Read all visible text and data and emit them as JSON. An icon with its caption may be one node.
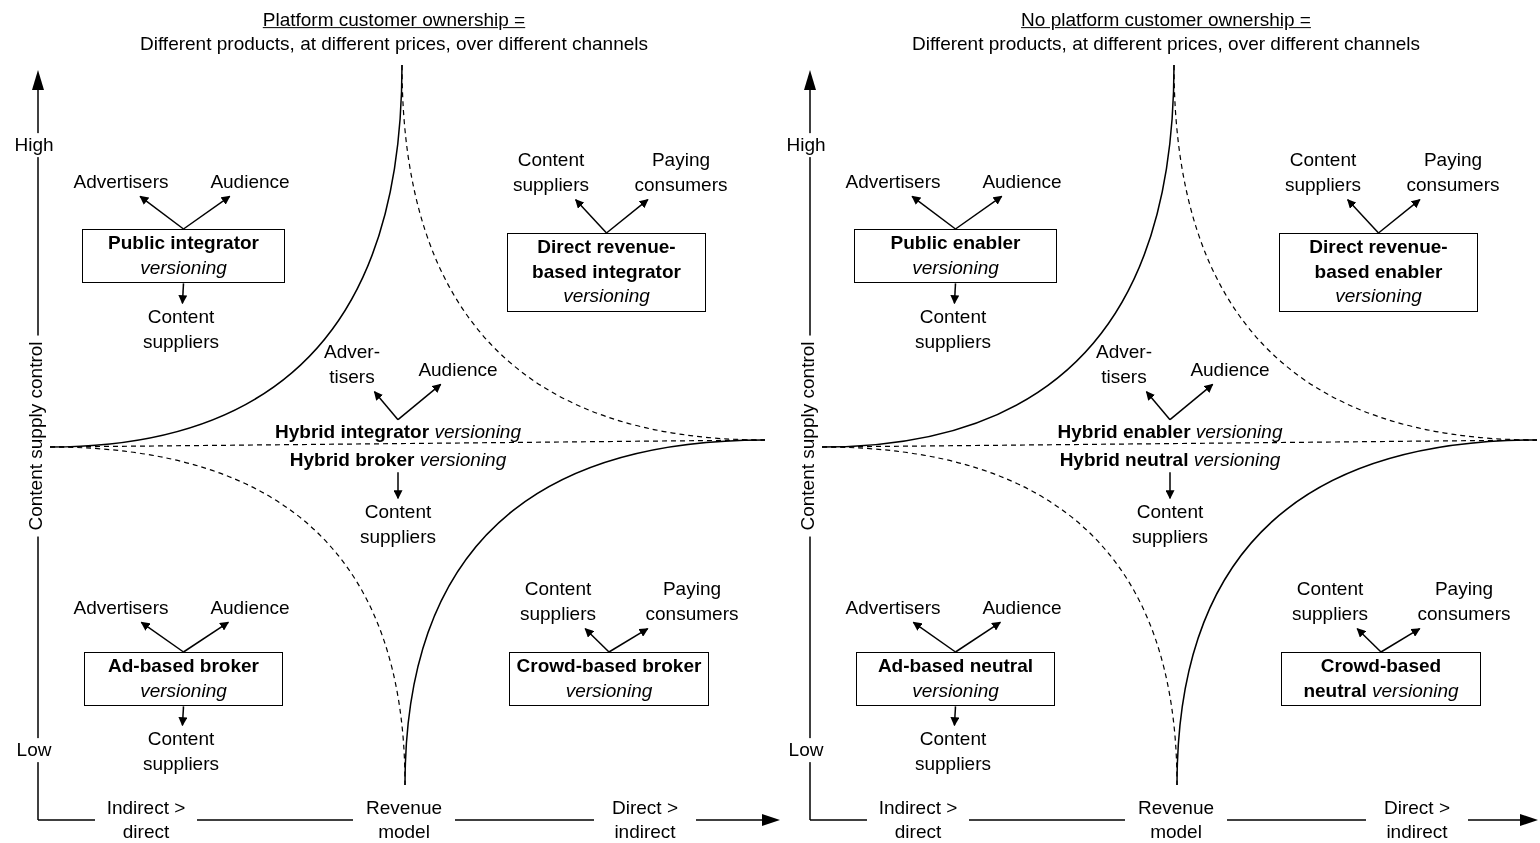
{
  "diagram": {
    "nodes": [
      {
        "text": [
          "Advertisers"
        ]
      },
      {
        "text": [
          "Audience"
        ]
      },
      {
        "text": [
          "Public integrator",
          "versioning"
        ]
      },
      {
        "text": [
          "Content suppliers"
        ]
      },
      {
        "text": [
          "Content suppliers"
        ]
      },
      {
        "text": [
          "Paying consumers"
        ]
      },
      {
        "text": [
          "Direct revenue- based integrator",
          "versioning"
        ]
      },
      {
        "text": [
          "Adver- tisers"
        ]
      },
      {
        "text": [
          "Audience"
        ]
      },
      {
        "text": [
          "**Hybrid integrator** *versioning*"
        ]
      },
      {
        "text": [
          "**Hybrid broker** *versioning*"
        ]
      },
      {
        "text": [
          "Content suppliers"
        ]
      },
      {
        "text": [
          "Advertisers"
        ]
      },
      {
        "text": [
          "Audience"
        ]
      },
      {
        "text": [
          "Ad-based broker",
          "versioning"
        ]
      },
      {
        "text": [
          "Content suppliers"
        ]
      },
      {
        "text": [
          "Content suppliers"
        ]
      },
      {
        "text": [
          "Paying consumers"
        ]
      },
      {
        "text": [
          "**Crowd-based broker** *versioning*"
        ]
      },
      {
        "text": [
          "Advertisers"
        ]
      },
      {
        "text": [
          "Audience"
        ]
      },
      {
        "text": [
          "Public enabler",
          "versioning"
        ]
      },
      {
        "text": [
          "Content suppliers"
        ]
      },
      {
        "text": [
          "Content suppliers"
        ]
      },
      {
        "text": [
          "Paying consumers"
        ]
      },
      {
        "text": [
          "Direct revenue- based enabler",
          "versioning"
        ]
      },
      {
        "text": [
          "Adver- tisers"
        ]
      },
      {
        "text": [
          "Audience"
        ]
      },
      {
        "text": [
          "**Hybrid enabler** *versioning*"
        ]
      },
      {
        "text": [
          "**Hybrid neutral** *versioning*"
        ]
      },
      {
        "text": [
          "Content suppliers"
        ]
      },
      {
        "text": [
          "Advertisers"
        ]
      },
      {
        "text": [
          "Audience"
        ]
      },
      {
        "text": [
          "Ad-based neutral",
          "versioning"
        ]
      },
      {
        "text": [
          "Content suppliers"
        ]
      },
      {
        "text": [
          "Content suppliers"
        ]
      },
      {
        "text": [
          "Paying consumers"
        ]
      },
      {
        "text": [
          "**Crowd-based neutral** *versioning*"
        ]
      }
    ],
    "edges": [
      {
        "from": 2,
        "to": 0,
        "arrow": "to"
      },
      {
        "from": 2,
        "to": 1,
        "arrow": "to"
      },
      {
        "from": 2,
        "to": 3,
        "arrow": "to"
      },
      {
        "from": 6,
        "to": 4,
        "arrow": "to"
      },
      {
        "from": 6,
        "to": 5,
        "arrow": "to"
      },
      {
        "from": 9,
        "to": 7,
        "arrow": "to"
      },
      {
        "from": 9,
        "to": 8,
        "arrow": "to"
      },
      {
        "from": 10,
        "to": 11,
        "arrow": "to"
      },
      {
        "from": 14,
        "to": 12,
        "arrow": "to"
      },
      {
        "from": 14,
        "to": 13,
        "arrow": "to"
      },
      {
        "from": 14,
        "to": 15,
        "arrow": "to"
      },
      {
        "from": 18,
        "to": 16,
        "arrow": "to"
      },
      {
        "from": 18,
        "to": 17,
        "arrow": "to"
      },
      {
        "from": 21,
        "to": 19,
        "arrow": "to"
      },
      {
        "from": 21,
        "to": 20,
        "arrow": "to"
      },
      {
        "from": 21,
        "to": 22,
        "arrow": "to"
      },
      {
        "from": 25,
        "to": 23,
        "arrow": "to"
      },
      {
        "from": 25,
        "to": 24,
        "arrow": "to"
      },
      {
        "from": 28,
        "to": 26,
        "arrow": "to"
      },
      {
        "from": 28,
        "to": 27,
        "arrow": "to"
      },
      {
        "from": 29,
        "to": 30,
        "arrow": "to"
      },
      {
        "from": 33,
        "to": 31,
        "arrow": "to"
      },
      {
        "from": 33,
        "to": 32,
        "arrow": "to"
      },
      {
        "from": 33,
        "to": 34,
        "arrow": "to"
      },
      {
        "from": 37,
        "to": 35,
        "arrow": "to"
      },
      {
        "from": 37,
        "to": 36,
        "arrow": "to"
      }
    ],
    "labels": [
      "Platform customer ownership =",
      "Different products, at different prices, over different channels",
      "High",
      "Content supply control",
      "Low",
      "Indirect > direct",
      "Revenue model",
      "Direct > indirect",
      "No platform customer ownership =",
      "Different products, at different prices, over different channels",
      "High",
      "Content supply control",
      "Low",
      "Indirect > direct",
      "Revenue model",
      "Direct > indirect"
    ]
  }
}
